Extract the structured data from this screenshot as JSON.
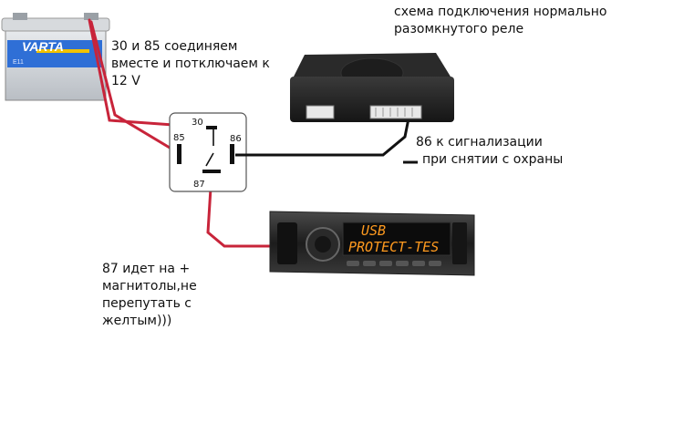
{
  "title": "схема подключения нормально разомкнутого реле",
  "battery": {
    "brand": "VARTA"
  },
  "relay": {
    "pin_30": "30",
    "pin_85": "85",
    "pin_86": "86",
    "pin_87": "87"
  },
  "radio": {
    "display_line1": "USB",
    "display_line2": "PROTECT-TES"
  },
  "notes": {
    "note_30_85": [
      "30 и 85 соединяем",
      "вместе и потключаем к",
      "12 V"
    ],
    "note_86": [
      "86 к сигнализации",
      "при снятии с охраны"
    ],
    "note_87": [
      "87 идет на +",
      "магнитолы,не",
      "перепутать с",
      "желтым)))"
    ]
  },
  "colors": {
    "wire_red": "#c8243a",
    "wire_black": "#111111",
    "display": "#ff9a1f",
    "battery_blue": "#2f6fd6"
  }
}
